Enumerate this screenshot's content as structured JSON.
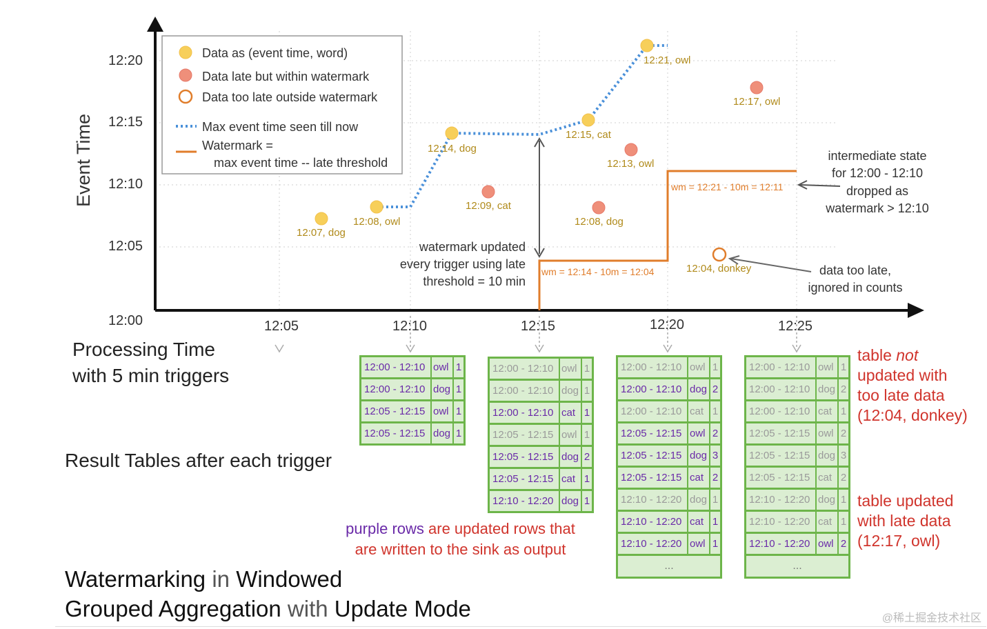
{
  "axes": {
    "y_title": "Event Time",
    "x_title_line1": "Processing Time",
    "x_title_line2": "with 5 min triggers",
    "y_ticks": [
      "12:00",
      "12:05",
      "12:10",
      "12:15",
      "12:20"
    ],
    "x_ticks": [
      "12:05",
      "12:10",
      "12:15",
      "12:20",
      "12:25"
    ]
  },
  "legend": {
    "data": "Data as (event time, word)",
    "late": "Data late but within watermark",
    "too_late": "Data too late outside watermark",
    "max_event": "Max event time seen till now",
    "watermark_line1": "Watermark =",
    "watermark_line2": "max event time -- late threshold"
  },
  "points": [
    {
      "label": "12:07, dog"
    },
    {
      "label": "12:08, owl"
    },
    {
      "label": "12:14, dog"
    },
    {
      "label": "12:09, cat"
    },
    {
      "label": "12:15, cat"
    },
    {
      "label": "12:08, dog"
    },
    {
      "label": "12:13, owl"
    },
    {
      "label": "12:21, owl"
    },
    {
      "label": "12:04, donkey"
    },
    {
      "label": "12:17, owl"
    }
  ],
  "watermark_labels": {
    "wm1": "wm = 12:14 - 10m = 12:04",
    "wm2": "wm = 12:21 - 10m = 12:11"
  },
  "notes": {
    "wm_updated_1": "watermark updated",
    "wm_updated_2": "every trigger using late",
    "wm_updated_3": "threshold = 10 min",
    "state_1": "intermediate state",
    "state_2": "for 12:00 - 12:10",
    "state_3": "dropped as",
    "state_4": "watermark > 12:10",
    "too_late_1": "data too late,",
    "too_late_2": "ignored in counts"
  },
  "result_label": "Result Tables after each trigger",
  "tables": [
    {
      "rows": [
        {
          "window": "12:00 - 12:10",
          "word": "owl",
          "count": "1",
          "updated": true
        },
        {
          "window": "12:00 - 12:10",
          "word": "dog",
          "count": "1",
          "updated": true
        },
        {
          "window": "12:05 - 12:15",
          "word": "owl",
          "count": "1",
          "updated": true
        },
        {
          "window": "12:05 - 12:15",
          "word": "dog",
          "count": "1",
          "updated": true
        }
      ],
      "more": false
    },
    {
      "rows": [
        {
          "window": "12:00 - 12:10",
          "word": "owl",
          "count": "1",
          "updated": false
        },
        {
          "window": "12:00 - 12:10",
          "word": "dog",
          "count": "1",
          "updated": false
        },
        {
          "window": "12:00 - 12:10",
          "word": "cat",
          "count": "1",
          "updated": true
        },
        {
          "window": "12:05 - 12:15",
          "word": "owl",
          "count": "1",
          "updated": false
        },
        {
          "window": "12:05 - 12:15",
          "word": "dog",
          "count": "2",
          "updated": true
        },
        {
          "window": "12:05 - 12:15",
          "word": "cat",
          "count": "1",
          "updated": true
        },
        {
          "window": "12:10 - 12:20",
          "word": "dog",
          "count": "1",
          "updated": true
        }
      ],
      "more": false
    },
    {
      "rows": [
        {
          "window": "12:00 - 12:10",
          "word": "owl",
          "count": "1",
          "updated": false
        },
        {
          "window": "12:00 - 12:10",
          "word": "dog",
          "count": "2",
          "updated": true
        },
        {
          "window": "12:00 - 12:10",
          "word": "cat",
          "count": "1",
          "updated": false
        },
        {
          "window": "12:05 - 12:15",
          "word": "owl",
          "count": "2",
          "updated": true
        },
        {
          "window": "12:05 - 12:15",
          "word": "dog",
          "count": "3",
          "updated": true
        },
        {
          "window": "12:05 - 12:15",
          "word": "cat",
          "count": "2",
          "updated": true
        },
        {
          "window": "12:10 - 12:20",
          "word": "dog",
          "count": "1",
          "updated": false
        },
        {
          "window": "12:10 - 12:20",
          "word": "cat",
          "count": "1",
          "updated": true
        },
        {
          "window": "12:10 - 12:20",
          "word": "owl",
          "count": "1",
          "updated": true
        }
      ],
      "more": true
    },
    {
      "rows": [
        {
          "window": "12:00 - 12:10",
          "word": "owl",
          "count": "1",
          "updated": false
        },
        {
          "window": "12:00 - 12:10",
          "word": "dog",
          "count": "2",
          "updated": false
        },
        {
          "window": "12:00 - 12:10",
          "word": "cat",
          "count": "1",
          "updated": false
        },
        {
          "window": "12:05 - 12:15",
          "word": "owl",
          "count": "2",
          "updated": false
        },
        {
          "window": "12:05 - 12:15",
          "word": "dog",
          "count": "3",
          "updated": false
        },
        {
          "window": "12:05 - 12:15",
          "word": "cat",
          "count": "2",
          "updated": false
        },
        {
          "window": "12:10 - 12:20",
          "word": "dog",
          "count": "1",
          "updated": false
        },
        {
          "window": "12:10 - 12:20",
          "word": "cat",
          "count": "1",
          "updated": false
        },
        {
          "window": "12:10 - 12:20",
          "word": "owl",
          "count": "2",
          "updated": true
        }
      ],
      "more": true
    }
  ],
  "ellipsis": "...",
  "purple_note_a": "purple rows",
  "purple_note_b": " are updated rows that",
  "purple_note_c": "are written to the sink as output",
  "side_note_1_a": "table ",
  "side_note_1_b": "not",
  "side_note_1_c": "updated with",
  "side_note_1_d": "too late data",
  "side_note_1_e": "(12:04, donkey)",
  "side_note_2_a": "table updated",
  "side_note_2_b": "with late data",
  "side_note_2_c": "(12:17, owl)",
  "title_a": "Watermarking",
  "title_b": " in ",
  "title_c": "Windowed",
  "title_d": "Grouped Aggregation",
  "title_e": " with ",
  "title_f": "Update Mode",
  "site_mark": "@稀土掘金技术社区",
  "colors": {
    "ontime_point": "#f7cf5a",
    "late_point": "#ef8f7a",
    "too_late_point": "#e07d2b",
    "max_event_line": "#4a90d9",
    "watermark_line": "#e07d2b",
    "table_border": "#6db54a",
    "table_fill": "#dbeed2",
    "updated_row_text": "#6a2aa8",
    "note_red": "#d0342c"
  }
}
